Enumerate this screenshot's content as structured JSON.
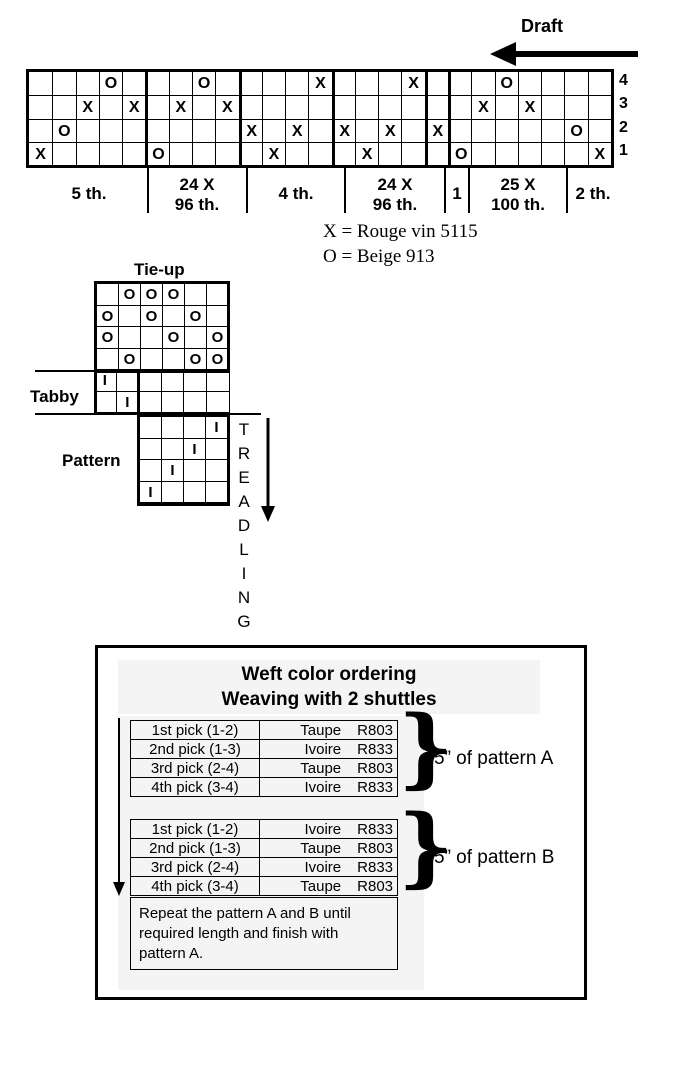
{
  "draft": {
    "title": "Draft",
    "shafts": [
      "4",
      "3",
      "2",
      "1"
    ],
    "marks": [
      [
        "",
        "",
        "",
        "O",
        "",
        "",
        "",
        "O",
        "",
        "",
        "",
        "",
        "X",
        "",
        "",
        "",
        "X",
        "",
        "",
        "",
        "O",
        "",
        "",
        "",
        ""
      ],
      [
        "",
        "",
        "X",
        "",
        "X",
        "",
        "X",
        "",
        "X",
        "",
        "",
        "",
        "",
        "",
        "",
        "",
        "",
        "",
        "",
        "X",
        "",
        "X",
        "",
        "",
        ""
      ],
      [
        "",
        "O",
        "",
        "",
        "",
        "",
        "",
        "",
        "",
        "X",
        "",
        "X",
        "",
        "X",
        "",
        "X",
        "",
        "X",
        "",
        "",
        "",
        "",
        "",
        "O",
        ""
      ],
      [
        "X",
        "",
        "",
        "",
        "",
        "O",
        "",
        "",
        "",
        "",
        "X",
        "",
        "",
        "",
        "X",
        "",
        "",
        "",
        "O",
        "",
        "",
        "",
        "",
        "",
        "X"
      ]
    ],
    "sections": [
      {
        "line1": "5 th.",
        "line2": ""
      },
      {
        "line1": "24 X",
        "line2": "96 th."
      },
      {
        "line1": "4 th.",
        "line2": ""
      },
      {
        "line1": "24 X",
        "line2": "96 th."
      },
      {
        "line1": "1",
        "line2": ""
      },
      {
        "line1": "25 X",
        "line2": "100 th."
      },
      {
        "line1": "2 th.",
        "line2": ""
      }
    ],
    "legend": [
      "X = Rouge vin 5115",
      "O = Beige 913"
    ]
  },
  "tieup": {
    "title": "Tie-up",
    "rows": [
      [
        "",
        "O",
        "O",
        "O",
        "",
        ""
      ],
      [
        "O",
        "",
        "O",
        "",
        "O",
        ""
      ],
      [
        "O",
        "",
        "",
        "O",
        "",
        "O"
      ],
      [
        "",
        "O",
        "",
        "",
        "O",
        "O"
      ]
    ]
  },
  "tabby": {
    "label": "Tabby",
    "rows": [
      [
        "I",
        "",
        "",
        "",
        "",
        ""
      ],
      [
        "",
        "I",
        "",
        "",
        "",
        ""
      ]
    ]
  },
  "pattern": {
    "label": "Pattern",
    "rows": [
      [
        "",
        "",
        "",
        "I"
      ],
      [
        "",
        "",
        "I",
        ""
      ],
      [
        "",
        "I",
        "",
        ""
      ],
      [
        "I",
        "",
        "",
        ""
      ]
    ]
  },
  "treadling": [
    "T",
    "R",
    "E",
    "A",
    "D",
    "L",
    "I",
    "N",
    "G"
  ],
  "weft": {
    "title1": "Weft color ordering",
    "title2": "Weaving with 2 shuttles",
    "groupA": {
      "label": "5” of pattern A",
      "rows": [
        [
          "1st pick (1-2)",
          "Taupe",
          "R803"
        ],
        [
          "2nd pick (1-3)",
          "Ivoire",
          "R833"
        ],
        [
          "3rd pick (2-4)",
          "Taupe",
          "R803"
        ],
        [
          "4th pick (3-4)",
          "Ivoire",
          "R833"
        ]
      ]
    },
    "groupB": {
      "label": "5” of pattern B",
      "rows": [
        [
          "1st pick (1-2)",
          "Ivoire",
          "R833"
        ],
        [
          "2nd pick (1-3)",
          "Taupe",
          "R803"
        ],
        [
          "3rd pick (2-4)",
          "Ivoire",
          "R833"
        ],
        [
          "4th pick (3-4)",
          "Taupe",
          "R803"
        ]
      ]
    },
    "note": "Repeat the pattern A and B until required length and finish with pattern A."
  }
}
